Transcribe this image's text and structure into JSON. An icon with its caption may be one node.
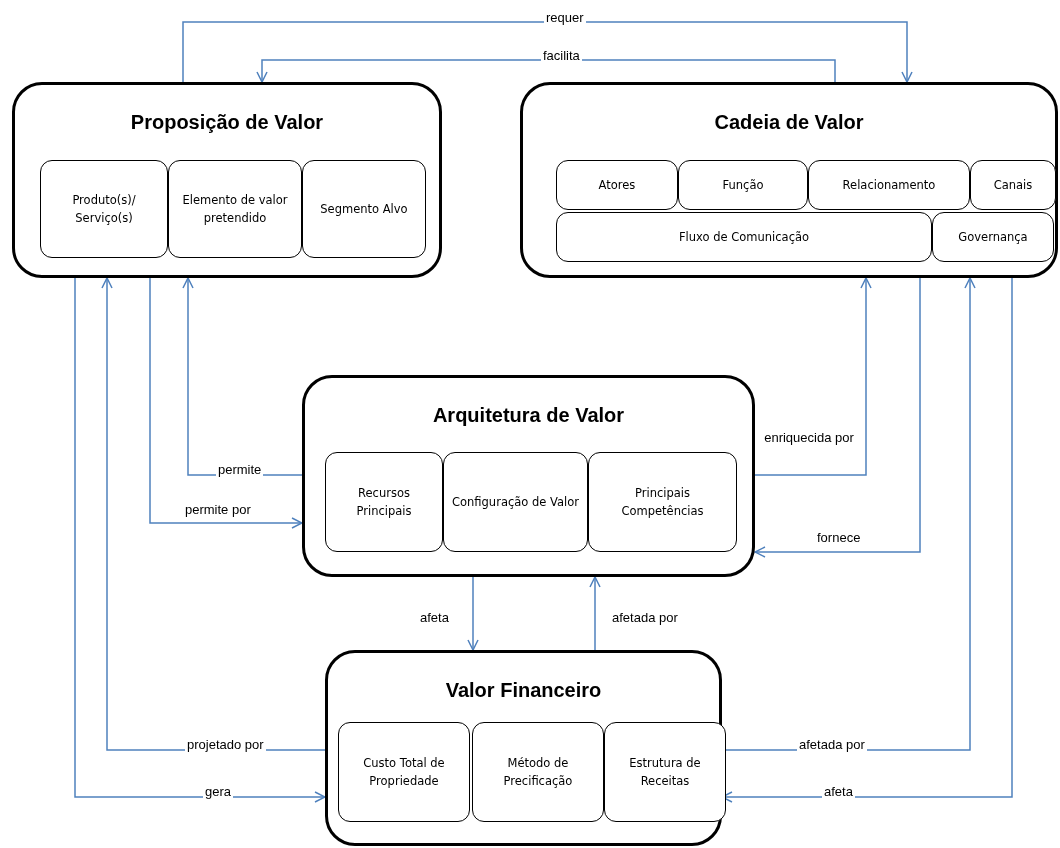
{
  "diagram": {
    "nodes": [
      {
        "text": [
          "Proposição de Valor"
        ]
      },
      {
        "text": [
          "Produto(s)/ Serviço(s)"
        ],
        "in": 0
      },
      {
        "text": [
          "Elemento de valor pretendido"
        ],
        "in": 0
      },
      {
        "text": [
          "Segmento Alvo"
        ],
        "in": 0
      },
      {
        "text": [
          "Cadeia de Valor"
        ]
      },
      {
        "text": [
          "Atores"
        ],
        "in": 4
      },
      {
        "text": [
          "Função"
        ],
        "in": 4
      },
      {
        "text": [
          "Relacionamento"
        ],
        "in": 4
      },
      {
        "text": [
          "Canais"
        ],
        "in": 4
      },
      {
        "text": [
          "Fluxo de Comunicação"
        ],
        "in": 4
      },
      {
        "text": [
          "Governança"
        ],
        "in": 4
      },
      {
        "text": [
          "Arquitetura de Valor"
        ]
      },
      {
        "text": [
          "Recursos Principais"
        ],
        "in": 11
      },
      {
        "text": [
          "Configuração de Valor"
        ],
        "in": 11
      },
      {
        "text": [
          "Principais Competências"
        ],
        "in": 11
      },
      {
        "text": [
          "Valor Financeiro"
        ]
      },
      {
        "text": [
          "Custo Total de Propriedade"
        ],
        "in": 15
      },
      {
        "text": [
          "Método de Precificação"
        ],
        "in": 15
      },
      {
        "text": [
          "Estrutura de Receitas"
        ],
        "in": 15
      }
    ],
    "edges": [
      {
        "from": 0,
        "to": 4,
        "arrow": "to",
        "label": "requer"
      },
      {
        "from": 4,
        "to": 0,
        "arrow": "to",
        "label": "facilita"
      },
      {
        "from": 11,
        "to": 0,
        "arrow": "to",
        "label": "permite"
      },
      {
        "from": 0,
        "to": 11,
        "arrow": "to",
        "label": "permite por"
      },
      {
        "from": 11,
        "to": 4,
        "arrow": "to",
        "label": "enriquecida por"
      },
      {
        "from": 4,
        "to": 11,
        "arrow": "to",
        "label": "fornece"
      },
      {
        "from": 11,
        "to": 15,
        "arrow": "to",
        "label": "afeta"
      },
      {
        "from": 15,
        "to": 11,
        "arrow": "to",
        "label": "afetada por"
      },
      {
        "from": 15,
        "to": 0,
        "arrow": "to",
        "label": "projetado por"
      },
      {
        "from": 0,
        "to": 15,
        "arrow": "to",
        "label": "gera"
      },
      {
        "from": 15,
        "to": 4,
        "arrow": "to",
        "label": "afetada por"
      },
      {
        "from": 4,
        "to": 15,
        "arrow": "to",
        "label": "afeta"
      }
    ]
  }
}
